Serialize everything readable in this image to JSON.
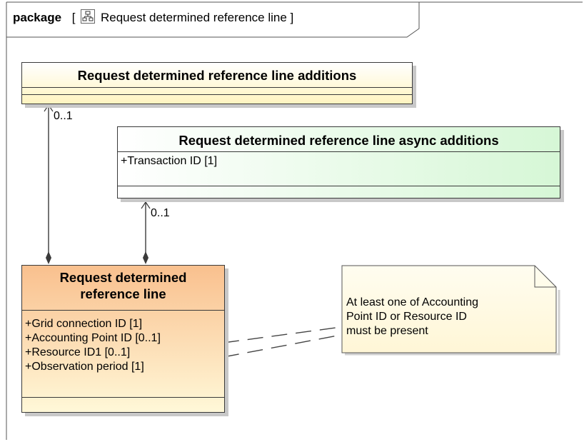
{
  "package": {
    "keyword": "package",
    "bracket_open": "[",
    "title": "Request determined reference line",
    "bracket_close": "]",
    "icon": "class-diagram-icon"
  },
  "classes": {
    "additions": {
      "name": "Request determined reference line additions",
      "attributes": []
    },
    "async_additions": {
      "name": "Request determined reference line async additions",
      "attributes": [
        "+Transaction ID [1]"
      ]
    },
    "main": {
      "name_line1": "Request determined",
      "name_line2": "reference line",
      "attributes": [
        "+Grid connection ID [1]",
        "+Accounting Point ID [0..1]",
        "+Resource ID1 [0..1]",
        "+Observation period [1]"
      ]
    }
  },
  "associations": {
    "additions_multiplicity": "0..1",
    "async_multiplicity": "0..1"
  },
  "note": {
    "lines": [
      "At least one of Accounting",
      "Point ID or Resource ID",
      "must be present"
    ]
  },
  "colors": {
    "frame": "#555555",
    "additions_fill_top": "#ffffff",
    "additions_fill_bottom": "#fff4c0",
    "async_fill_left": "#ffffff",
    "async_fill_right": "#d6f7d6",
    "main_fill_top": "#f9c08e",
    "main_fill_bottom": "#fff8d8",
    "note_fill": "#fffbe4",
    "line": "#3a3a3a"
  }
}
